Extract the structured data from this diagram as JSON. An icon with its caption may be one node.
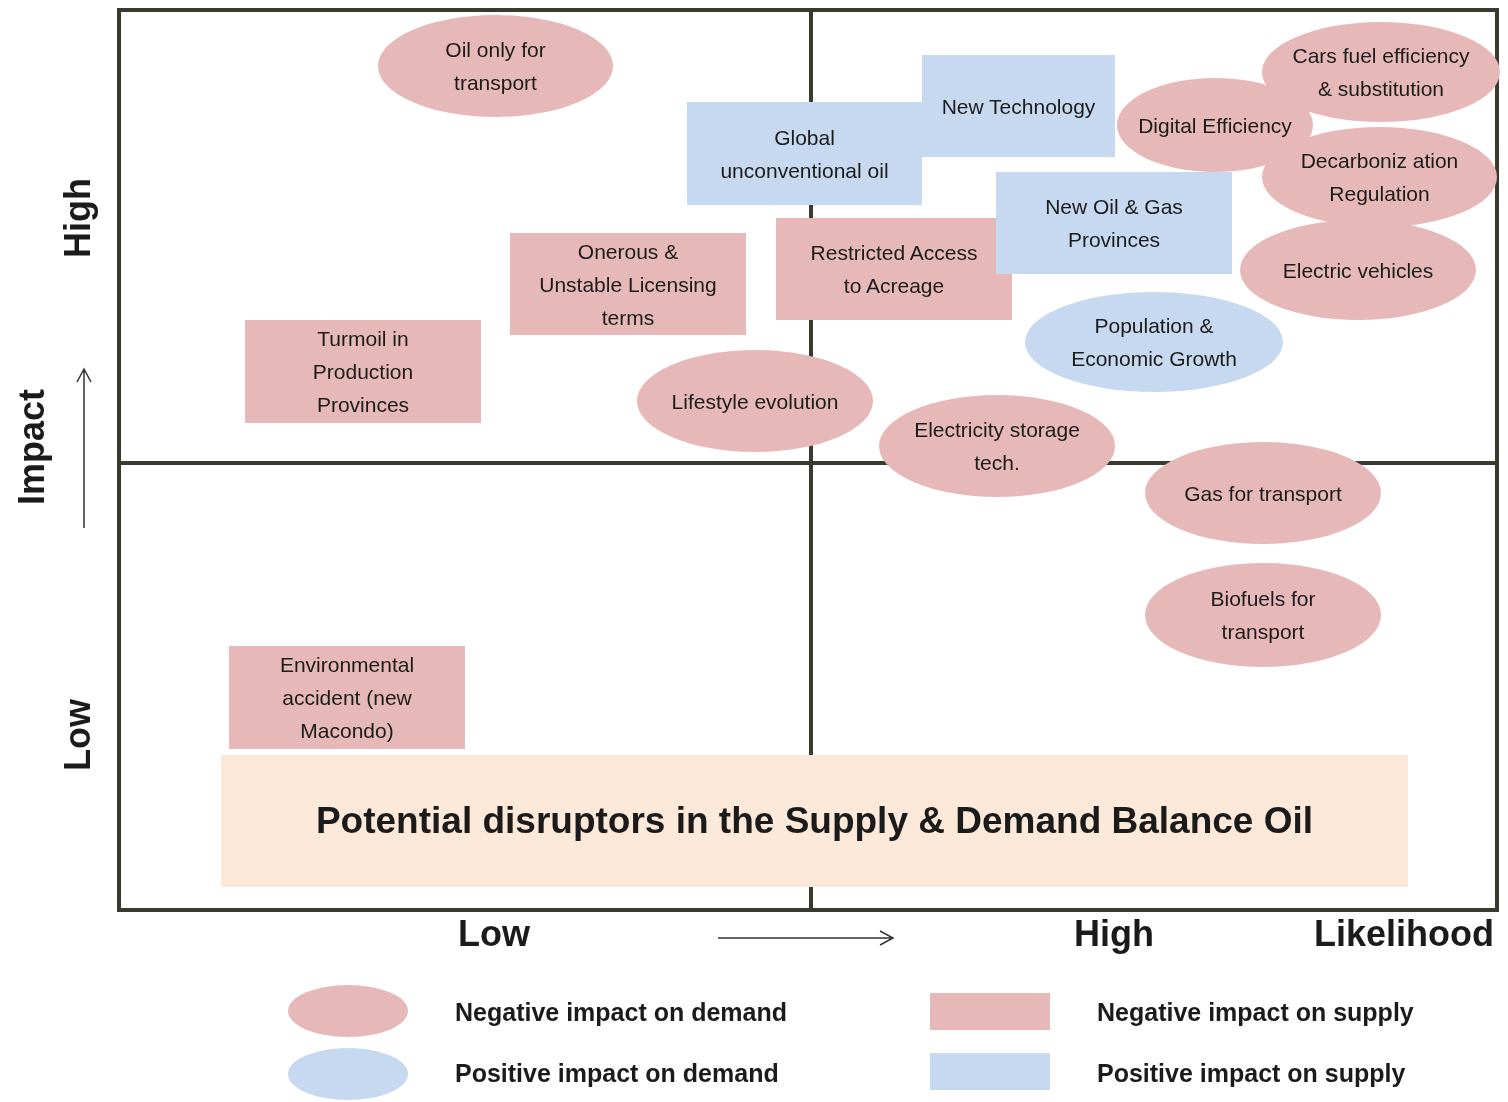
{
  "diagram": {
    "title": "Potential disruptors in the Supply & Demand Balance Oil",
    "nodes": [
      {
        "text": [
          "Oil only for transport"
        ]
      },
      {
        "text": [
          "Cars fuel efficiency & substitution"
        ]
      },
      {
        "text": [
          "New Technology"
        ]
      },
      {
        "text": [
          "Digital Efficiency"
        ]
      },
      {
        "text": [
          "Global unconventional oil"
        ]
      },
      {
        "text": [
          "Decarboniz ation Regulation"
        ]
      },
      {
        "text": [
          "New Oil & Gas Provinces"
        ]
      },
      {
        "text": [
          "Restricted Access to Acreage"
        ]
      },
      {
        "text": [
          "Electric vehicles"
        ]
      },
      {
        "text": [
          "Onerous & Unstable Licensing terms"
        ]
      },
      {
        "text": [
          "Population & Economic Growth"
        ]
      },
      {
        "text": [
          "Turmoil in Production Provinces"
        ]
      },
      {
        "text": [
          "Lifestyle evolution"
        ]
      },
      {
        "text": [
          "Electricity storage tech."
        ]
      },
      {
        "text": [
          "Gas for transport"
        ]
      },
      {
        "text": [
          "Biofuels for transport"
        ]
      },
      {
        "text": [
          "Environmental accident (new Macondo)"
        ]
      }
    ],
    "labels": [
      "High",
      "Impact",
      "Low",
      "Low",
      "High",
      "Likelihood"
    ],
    "legend": [
      {
        "text": "Negative impact on demand",
        "color": "#e6b9b8"
      },
      {
        "text": "Negative impact on supply",
        "color": "#e6b9b8"
      },
      {
        "text": "Positive impact on demand",
        "color": "#c6d9f1"
      },
      {
        "text": "Positive impact on supply",
        "color": "#c6d9f1"
      }
    ]
  }
}
